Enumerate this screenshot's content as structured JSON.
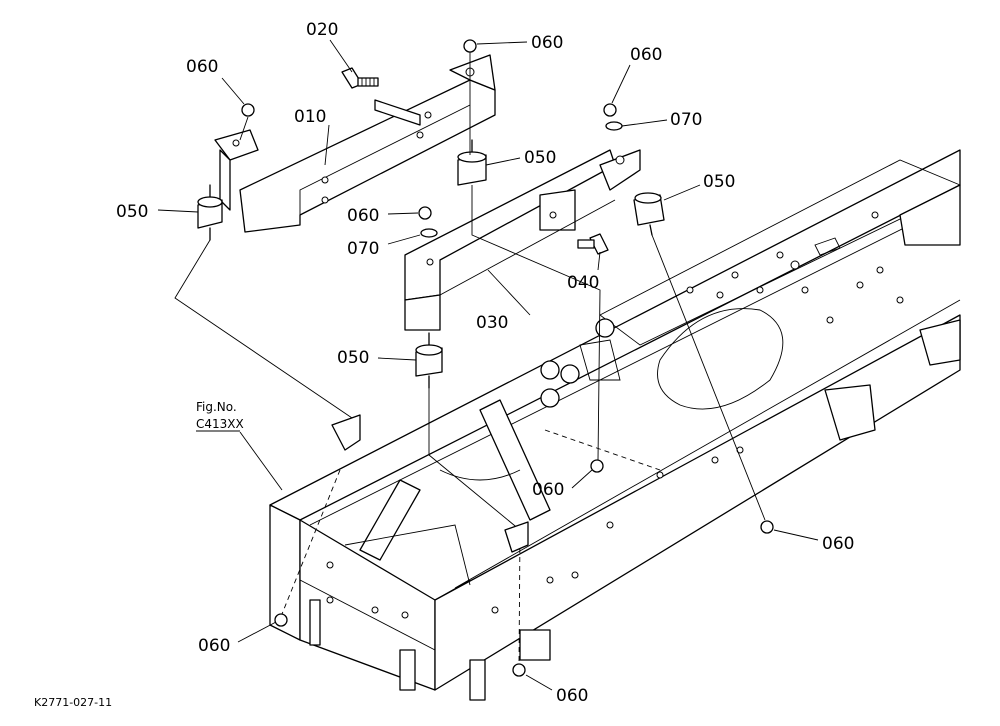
{
  "figure_reference": {
    "line1": "Fig.No.",
    "line2": "C413XX"
  },
  "drawing_code": "K2771-027-11",
  "callouts": {
    "c010": "010",
    "c020": "020",
    "c030": "030",
    "c040": "040",
    "c050": "050",
    "c060": "060",
    "c070": "070"
  }
}
